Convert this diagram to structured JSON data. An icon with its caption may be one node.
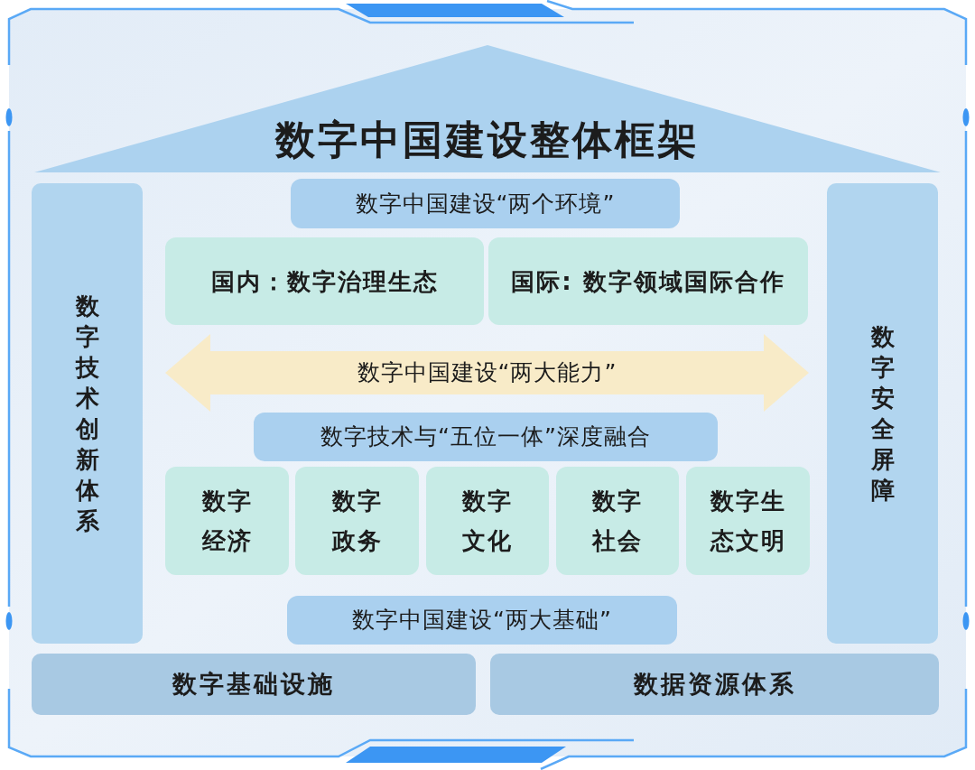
{
  "diagram": {
    "nodes": [
      {
        "text": [
          "数字中国建设整体框架"
        ]
      },
      {
        "text": [
          "数字技术创新体系"
        ]
      },
      {
        "text": [
          "数字中国建设“两个环境”"
        ]
      },
      {
        "text": [
          "国内：数字治理生态"
        ]
      },
      {
        "text": [
          "国际: 数字领域国际合作"
        ]
      },
      {
        "text": [
          "数字中国建设“两大能力”"
        ]
      },
      {
        "text": [
          "数字技术与“五位一体”深度融合"
        ]
      },
      {
        "text": [
          "数字经济"
        ]
      },
      {
        "text": [
          "数字政务"
        ]
      },
      {
        "text": [
          "数字文化"
        ]
      },
      {
        "text": [
          "数字社会"
        ]
      },
      {
        "text": [
          "数字生态文明"
        ]
      },
      {
        "text": [
          "数字中国建设“两大基础”"
        ]
      },
      {
        "text": [
          "数字安全屏障"
        ]
      },
      {
        "text": [
          "数字基础设施"
        ]
      },
      {
        "text": [
          "数据资源体系"
        ]
      }
    ]
  }
}
